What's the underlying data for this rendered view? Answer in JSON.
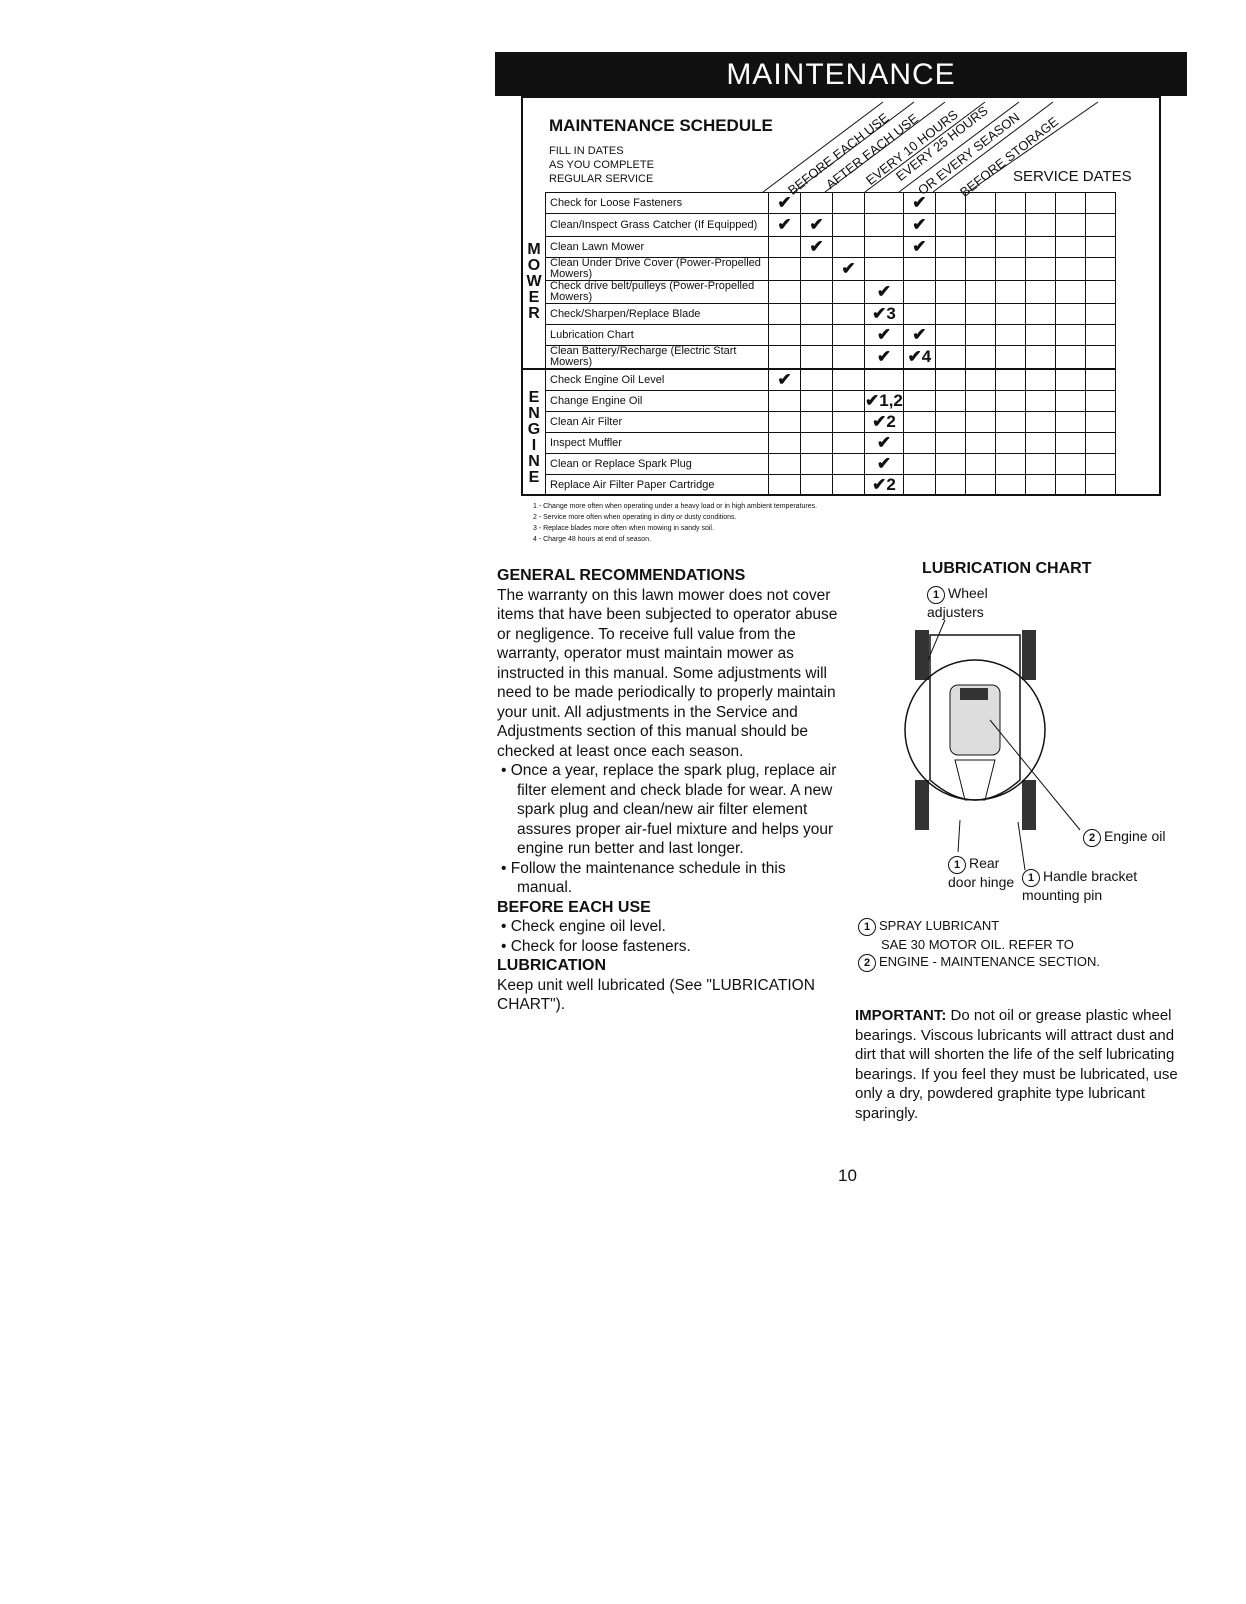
{
  "banner": "MAINTENANCE",
  "schedule": {
    "title": "MAINTENANCE SCHEDULE",
    "sub": [
      "FILL IN DATES",
      "AS YOU COMPLETE",
      "REGULAR SERVICE"
    ],
    "intervals": [
      "BEFORE EACH USE",
      "AFTER EACH USE",
      "EVERY 10 HOURS",
      "EVERY 25 HOURS",
      "OR EVERY SEASON",
      "BEFORE STORAGE"
    ],
    "service_dates": "SERVICE DATES",
    "mower_letters": [
      "M",
      "O",
      "W",
      "E",
      "R"
    ],
    "engine_letters": [
      "E",
      "N",
      "G",
      "I",
      "N",
      "E"
    ],
    "mower_rows": [
      {
        "task": "Check for Loose Fasteners",
        "marks": [
          "✔",
          "",
          "",
          "",
          "✔"
        ]
      },
      {
        "task": "Clean/Inspect Grass Catcher (If Equipped)",
        "marks": [
          "✔",
          "✔",
          "",
          "",
          "✔"
        ]
      },
      {
        "task": "Clean Lawn Mower",
        "marks": [
          "",
          "✔",
          "",
          "",
          "✔"
        ]
      },
      {
        "task": "Clean Under Drive Cover (Power-Propelled Mowers)",
        "marks": [
          "",
          "",
          "✔",
          "",
          ""
        ]
      },
      {
        "task": "Check drive belt/pulleys (Power-Propelled Mowers)",
        "marks": [
          "",
          "",
          "",
          "✔",
          ""
        ]
      },
      {
        "task": "Check/Sharpen/Replace Blade",
        "marks": [
          "",
          "",
          "",
          "✔3",
          ""
        ]
      },
      {
        "task": "Lubrication Chart",
        "marks": [
          "",
          "",
          "",
          "✔",
          "✔"
        ]
      },
      {
        "task": "Clean Battery/Recharge (Electric Start Mowers)",
        "marks": [
          "",
          "",
          "",
          "✔",
          "✔4"
        ]
      }
    ],
    "engine_rows": [
      {
        "task": "Check Engine Oil Level",
        "marks": [
          "✔",
          "",
          "",
          "",
          ""
        ]
      },
      {
        "task": "Change Engine Oil",
        "marks": [
          "",
          "",
          "",
          "✔1,2",
          ""
        ]
      },
      {
        "task": "Clean Air Filter",
        "marks": [
          "",
          "",
          "",
          "✔2",
          ""
        ]
      },
      {
        "task": "Inspect Muffler",
        "marks": [
          "",
          "",
          "",
          "✔",
          ""
        ]
      },
      {
        "task": "Clean or Replace Spark Plug",
        "marks": [
          "",
          "",
          "",
          "✔",
          ""
        ]
      },
      {
        "task": "Replace Air Filter Paper Cartridge",
        "marks": [
          "",
          "",
          "",
          "✔2",
          ""
        ]
      }
    ],
    "footnotes": [
      "1 - Change more often when operating under a heavy load or in high ambient temperatures.",
      "2 - Service more often when operating in dirty or dusty conditions.",
      "3 - Replace blades more often when mowing in sandy soil.",
      "4 - Charge 48 hours at end of season."
    ]
  },
  "general": {
    "heading": "GENERAL RECOMMENDATIONS",
    "para": "The warranty on this lawn mower does not cover items that have been subjected to operator abuse or negligence. To receive full value from the warranty, operator must maintain mower as instructed in this manual. Some adjustments will need to be made periodically to properly maintain your unit. All adjustments in the Service and Adjustments section of this manual should be checked at least once each season.",
    "bullets": [
      "Once a year, replace the spark plug, replace air filter element and check blade for wear. A new spark plug and clean/new air filter element assures proper air-fuel mixture and helps your engine run better and last longer.",
      "Follow the maintenance schedule in this manual."
    ],
    "before_heading": "BEFORE EACH USE",
    "before_bullets": [
      "Check engine oil level.",
      "Check for loose fasteners."
    ],
    "lub_heading": "LUBRICATION",
    "lub_text": "Keep unit well lubricated (See \"LUBRICATION CHART\")."
  },
  "lubchart": {
    "title": "LUBRICATION CHART",
    "n1": "1",
    "n2": "2",
    "wheel": "Wheel adjusters",
    "engine_oil": "Engine oil",
    "rear_door": "Rear door hinge",
    "handle": "Handle bracket mounting pin",
    "legend1": "SPRAY LUBRICANT",
    "legend2a": "SAE 30 MOTOR OIL. REFER TO",
    "legend2b": "ENGINE - MAINTENANCE SECTION."
  },
  "important": {
    "label": "IMPORTANT:",
    "text": " Do not oil or grease plastic wheel bearings. Viscous lubricants will attract dust and dirt that will shorten the life of the self lubricating bearings. If you feel they must be lubricated, use only a dry, powdered graphite type lubricant sparingly."
  },
  "page_number": "10"
}
